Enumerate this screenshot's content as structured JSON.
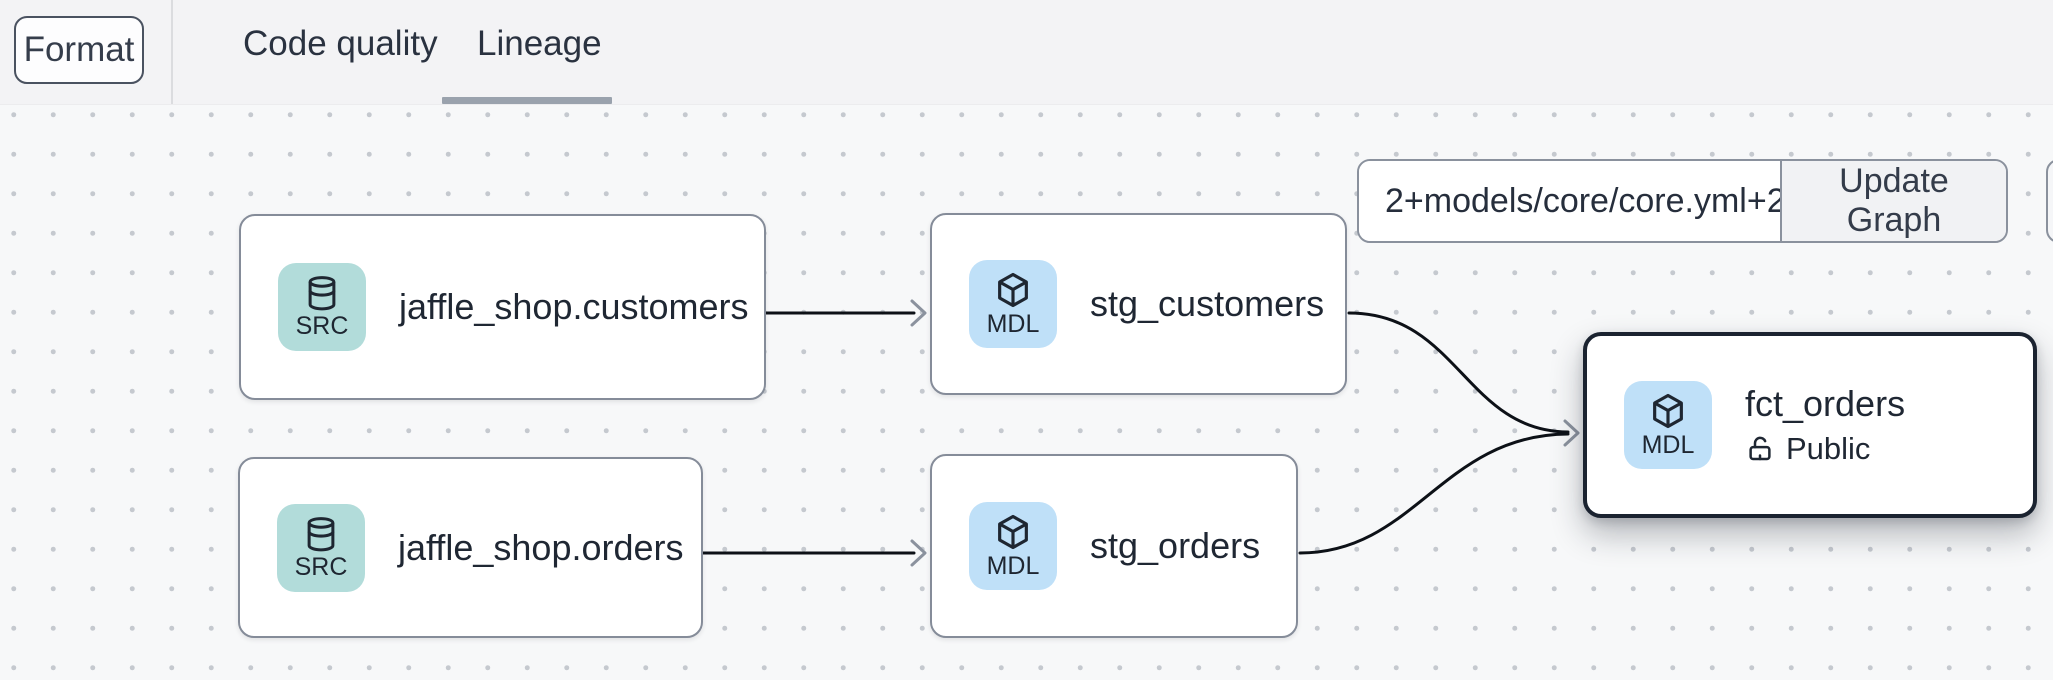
{
  "header": {
    "format_label": "Format",
    "tabs": [
      {
        "label": "Code quality",
        "active": false
      },
      {
        "label": "Lineage",
        "active": true
      }
    ]
  },
  "controls": {
    "selector_value": "2+models/core/core.yml+2",
    "update_button_label": "Update Graph"
  },
  "graph": {
    "nodes": [
      {
        "label": "jaffle_shop.customers",
        "badge": "SRC",
        "kind": "source"
      },
      {
        "label": "stg_customers",
        "badge": "MDL",
        "kind": "model"
      },
      {
        "label": "jaffle_shop.orders",
        "badge": "SRC",
        "kind": "source"
      },
      {
        "label": "stg_orders",
        "badge": "MDL",
        "kind": "model"
      },
      {
        "label": "fct_orders",
        "badge": "MDL",
        "kind": "model",
        "access_label": "Public",
        "selected": true
      }
    ],
    "edges": [
      {
        "from": "jaffle_shop.customers",
        "to": "stg_customers"
      },
      {
        "from": "jaffle_shop.orders",
        "to": "stg_orders"
      },
      {
        "from": "stg_customers",
        "to": "fct_orders"
      },
      {
        "from": "stg_orders",
        "to": "fct_orders"
      }
    ]
  },
  "colors": {
    "src_badge_bg": "#b2dcda",
    "mdl_badge_bg": "#bfe0f8",
    "icon_ink": "#1e2631",
    "node_border": "#858c99",
    "selected_border": "#1b2330",
    "edge_line": "#0d1117",
    "arrow_head": "#8b929e",
    "tab_underline": "#9aa2ad",
    "header_bg": "#f3f3f5",
    "canvas_bg": "#f7f8f9",
    "dot": "#c5c9cf"
  }
}
